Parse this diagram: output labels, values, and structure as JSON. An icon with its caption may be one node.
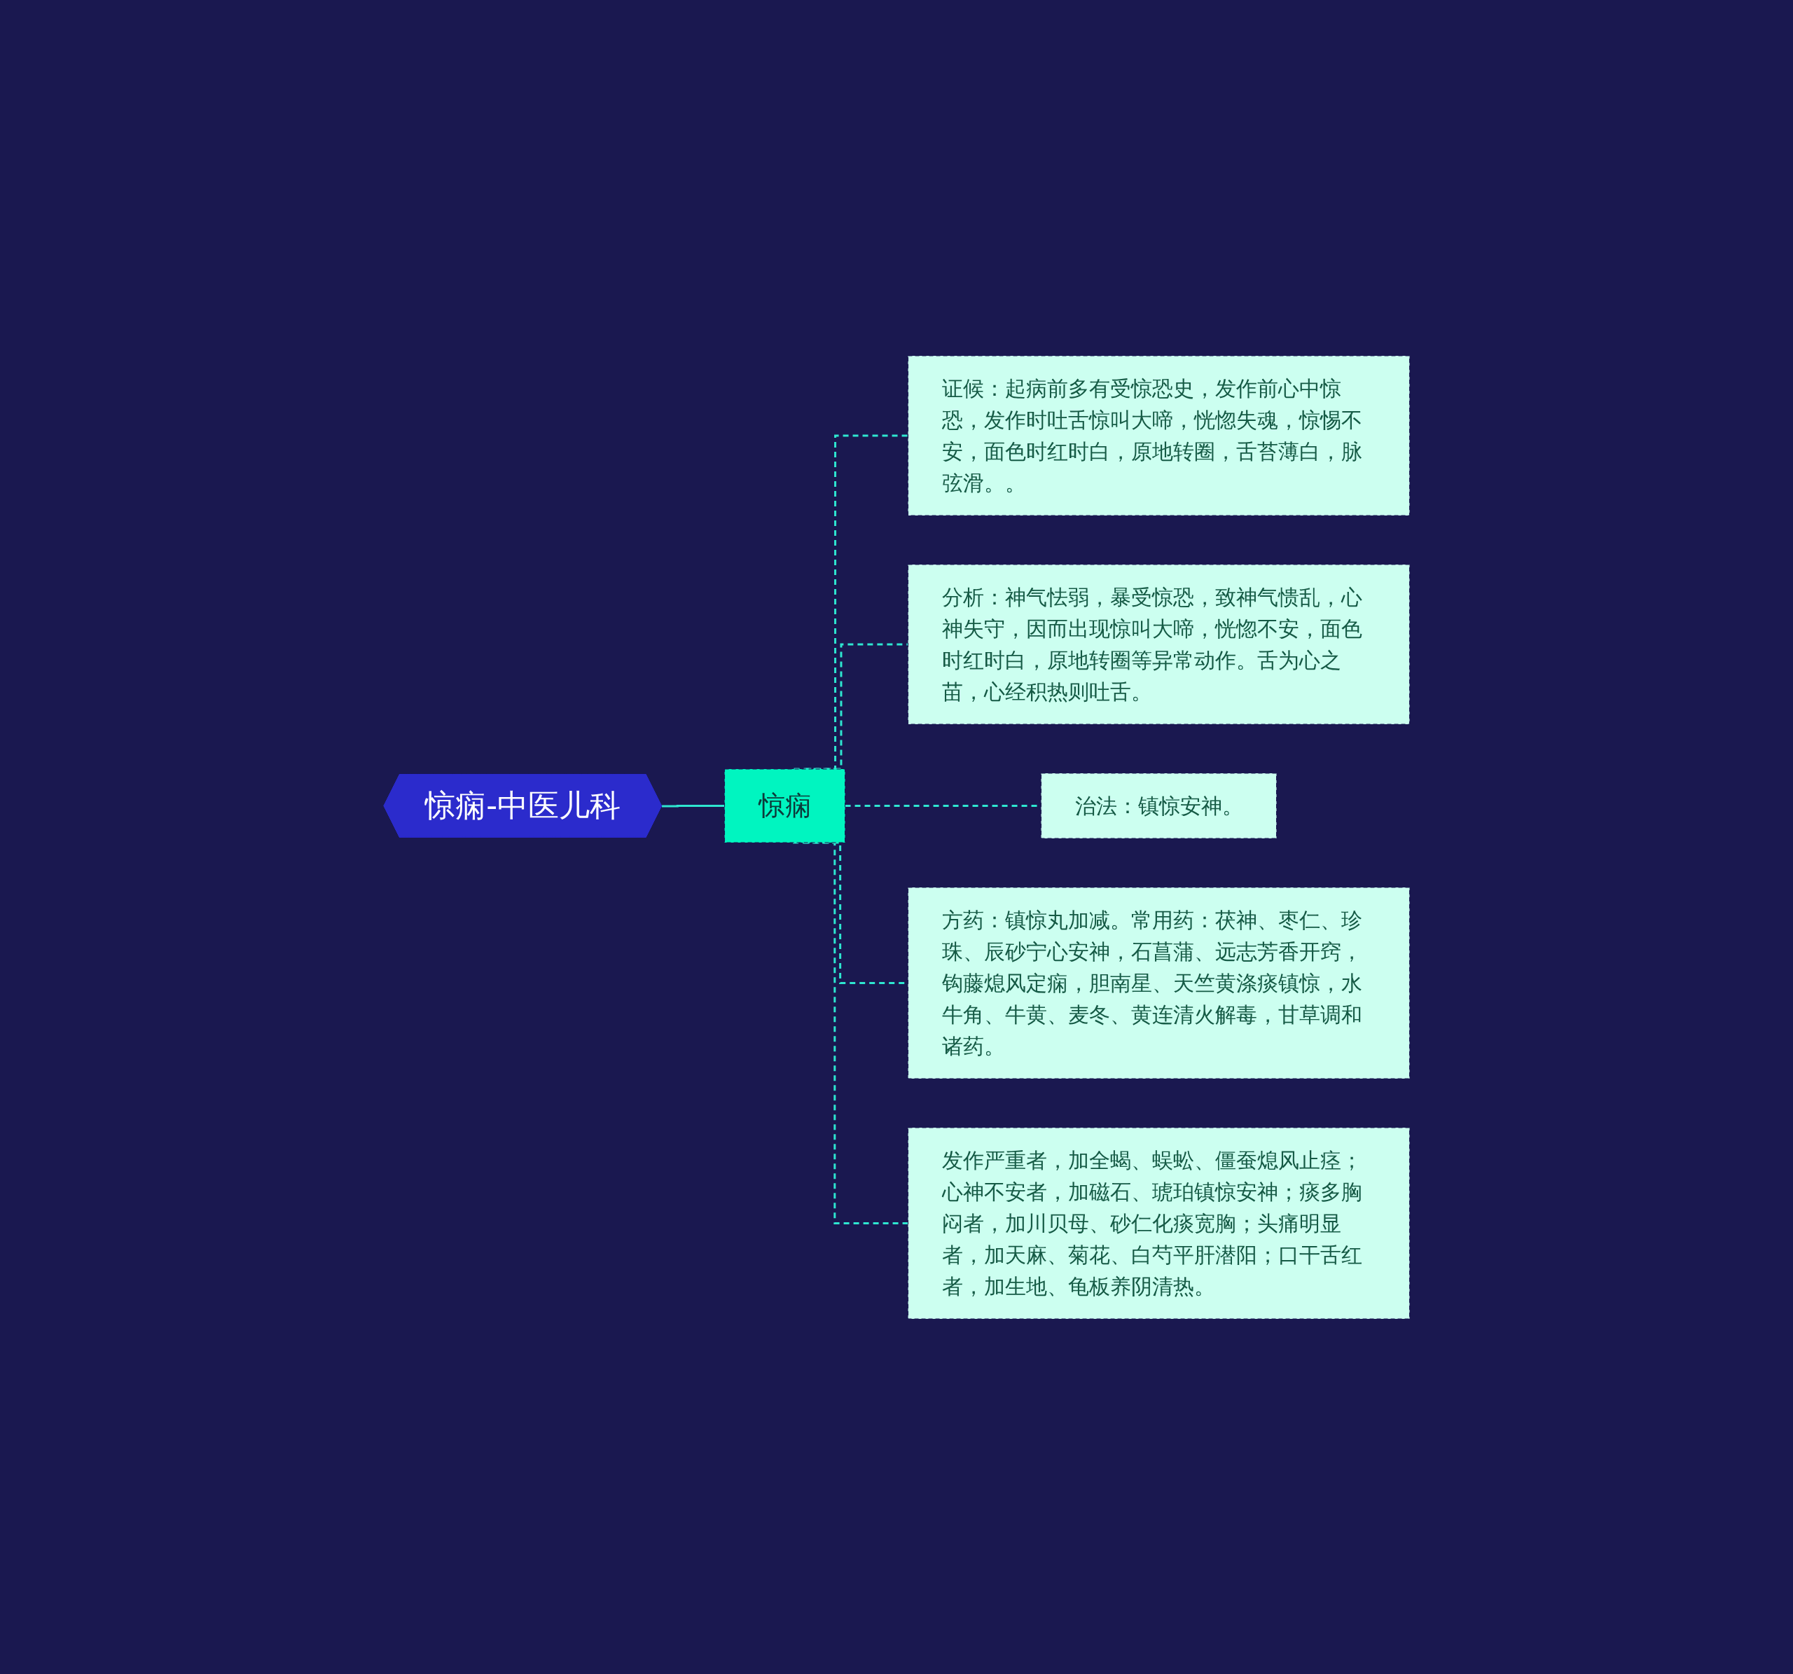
{
  "diagram": {
    "nodes": [
      {
        "text": [
          "惊痫-中医儿科"
        ]
      },
      {
        "text": [
          "惊痫"
        ]
      },
      {
        "text": [
          "证候：起病前多有受惊恐史，发作前心中惊恐，发作时吐舌惊叫大啼，恍惚失魂，惊惕不安，面色时红时白，原地转圈，舌苔薄白，脉弦滑。。"
        ]
      },
      {
        "text": [
          "分析：神气怯弱，暴受惊恐，致神气愦乱，心神失守，因而出现惊叫大啼，恍惚不安，面色时红时白，原地转圈等异常动作。舌为心之苗，心经积热则吐舌。"
        ]
      },
      {
        "text": [
          "治法：镇惊安神。"
        ]
      },
      {
        "text": [
          "方药：镇惊丸加减。常用药：茯神、枣仁、珍珠、辰砂宁心安神，石菖蒲、远志芳香开窍，钩藤熄风定痫，胆南星、天竺黄涤痰镇惊，水牛角、牛黄、麦冬、黄连清火解毒，甘草调和诸药。"
        ]
      },
      {
        "text": [
          "发作严重者，加全蝎、蜈蚣、僵蚕熄风止痉；心神不安者，加磁石、琥珀镇惊安神；痰多胸闷者，加川贝母、砂仁化痰宽胸；头痛明显者，加天麻、菊花、白芍平肝潜阳；口干舌红者，加生地、龟板养阴清热。"
        ]
      }
    ],
    "edges": [
      {
        "from": 0,
        "to": 1,
        "arrow": "none"
      },
      {
        "from": 1,
        "to": 2,
        "arrow": "none",
        "style": "dashed"
      },
      {
        "from": 1,
        "to": 3,
        "arrow": "none",
        "style": "dashed"
      },
      {
        "from": 1,
        "to": 4,
        "arrow": "none",
        "style": "dashed"
      },
      {
        "from": 1,
        "to": 5,
        "arrow": "none",
        "style": "dashed"
      },
      {
        "from": 1,
        "to": 6,
        "arrow": "none",
        "style": "dashed"
      }
    ]
  }
}
